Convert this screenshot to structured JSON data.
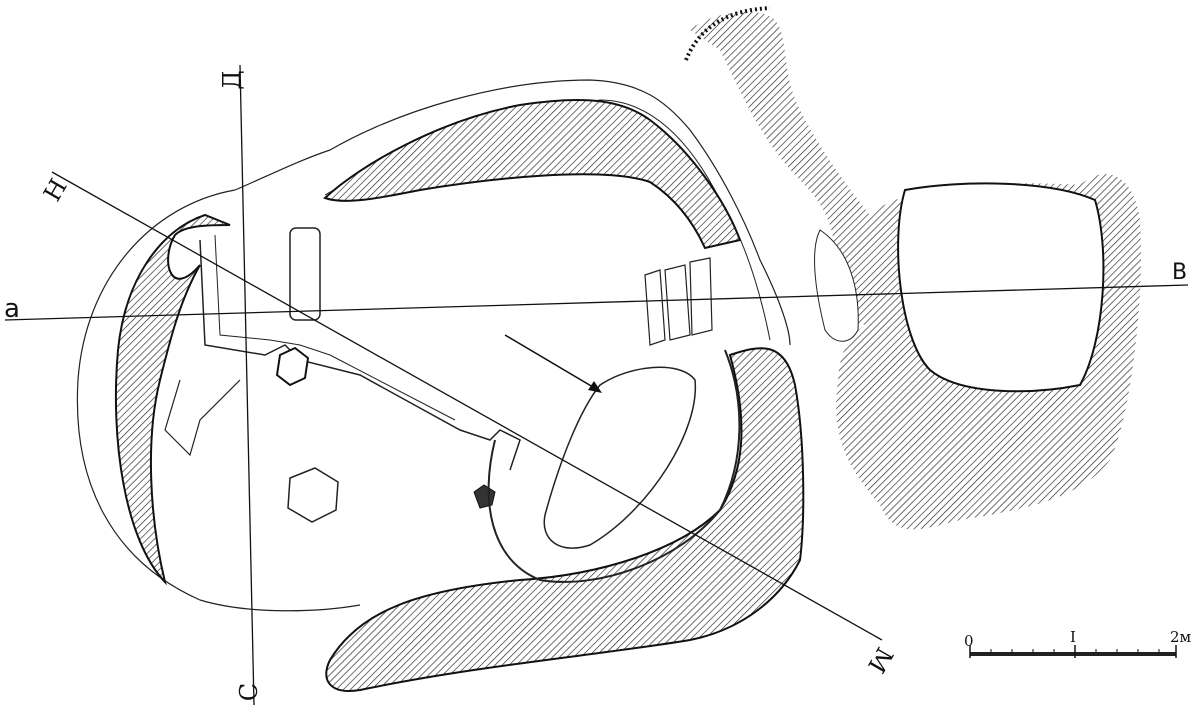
{
  "section_labels": {
    "d": "Д",
    "s": "С",
    "n": "Н",
    "m": "М",
    "a": "а",
    "v": "В"
  },
  "scale_bar": {
    "zero": "0",
    "one": "I",
    "two": "2м"
  },
  "colors": {
    "ink": "#1a1a1a",
    "paper": "#ffffff"
  }
}
